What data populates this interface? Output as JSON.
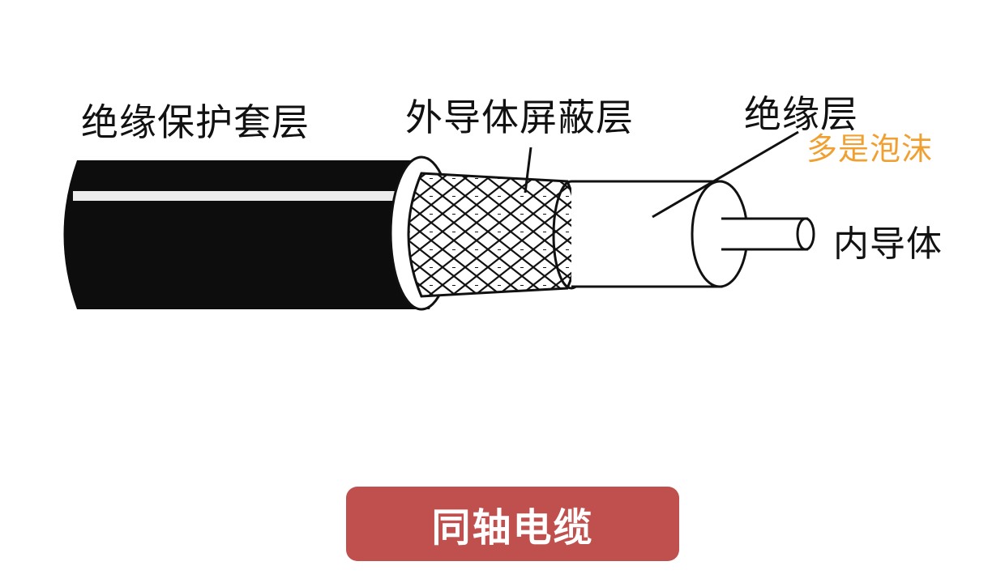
{
  "labels": {
    "jacket": "绝缘保护套层",
    "shield": "外导体屏蔽层",
    "insulation": "绝缘层",
    "insulation_note": "多是泡沫",
    "inner_conductor": "内导体"
  },
  "title": "同轴电缆",
  "colors": {
    "title_bg": "#c0504d",
    "note_text": "#f0a030",
    "line_art": "#111111"
  }
}
